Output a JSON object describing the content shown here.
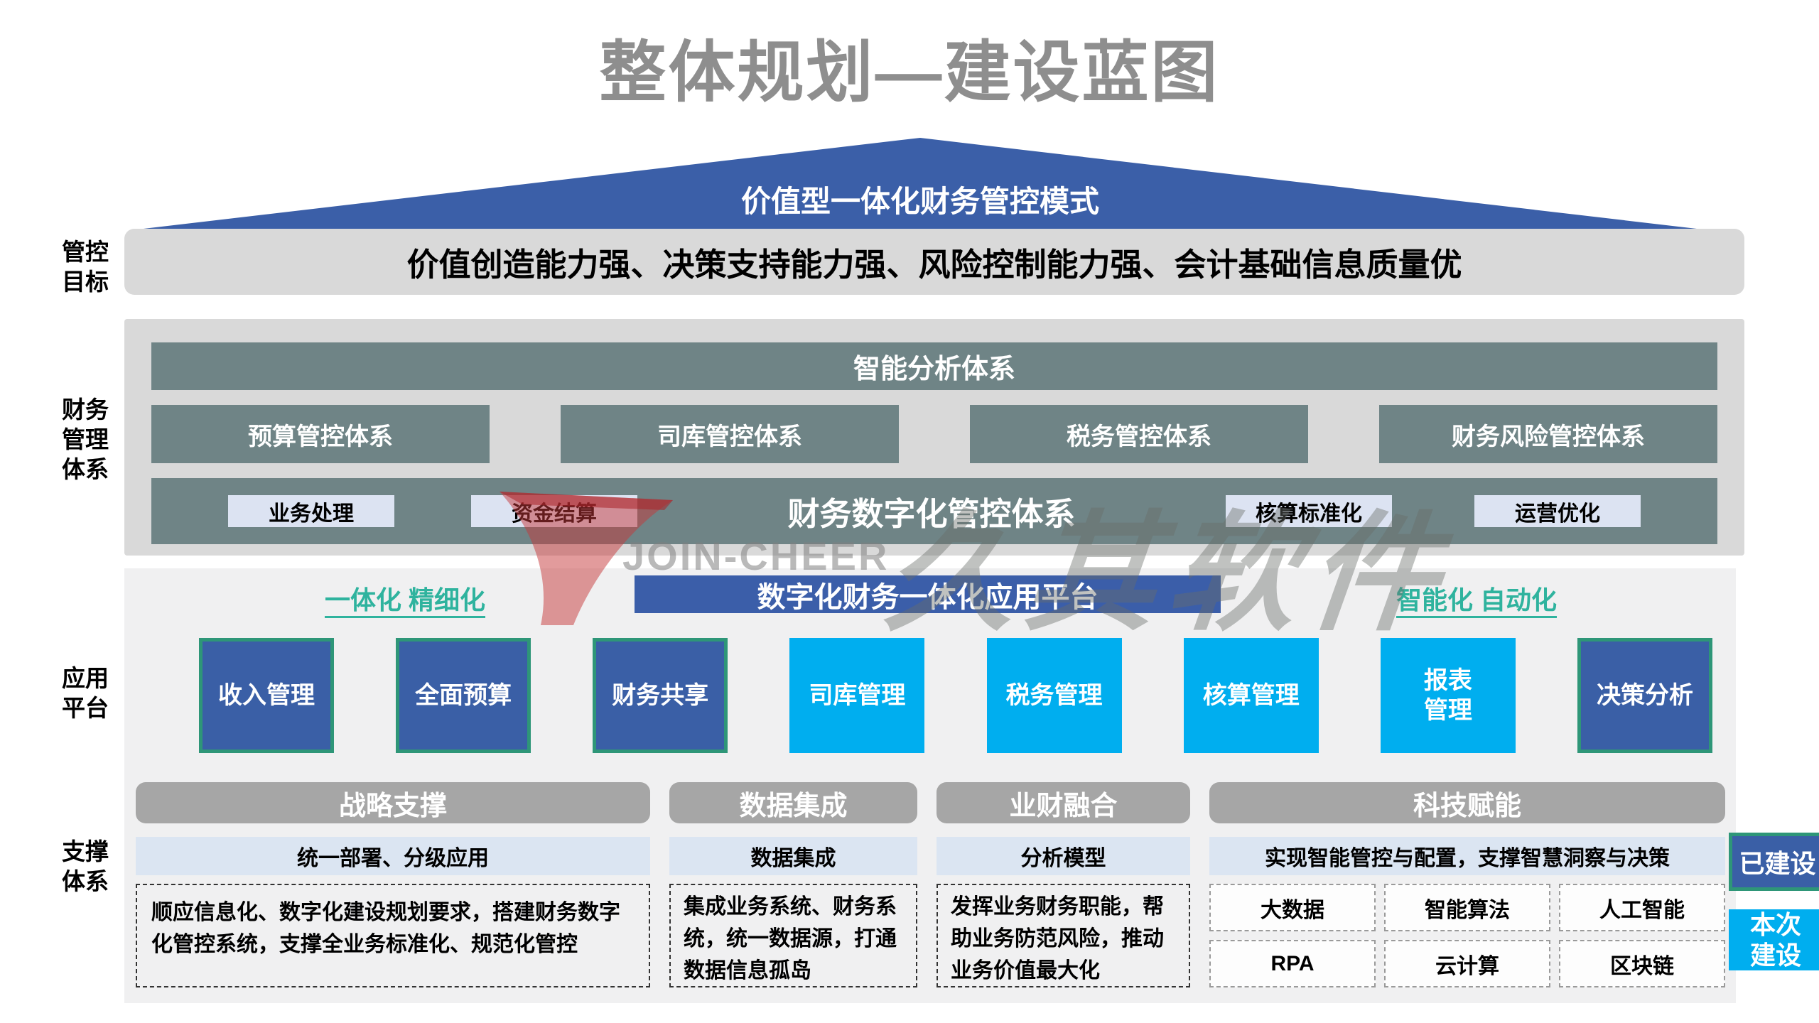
{
  "title": "整体规划—建设蓝图",
  "roof": {
    "label": "价值型一体化财务管控模式"
  },
  "side_labels": {
    "goal": "管控\n目标",
    "finance": "财务\n管理\n体系",
    "apps": "应用\n平台",
    "support": "支撑\n体系"
  },
  "goal": {
    "text": "价值创造能力强、决策支持能力强、风险控制能力强、会计基础信息质量优"
  },
  "finance": {
    "analysis": "智能分析体系",
    "systems": [
      {
        "label": "预算管控体系"
      },
      {
        "label": "司库管控体系"
      },
      {
        "label": "税务管控体系"
      },
      {
        "label": "财务风险管控体系"
      }
    ],
    "digital": {
      "title": "财务数字化管控体系",
      "chips_left": [
        {
          "label": "业务处理"
        },
        {
          "label": "资金结算"
        }
      ],
      "chips_right": [
        {
          "label": "核算标准化"
        },
        {
          "label": "运营优化"
        }
      ]
    }
  },
  "platform": {
    "left_tag": "一体化 精细化",
    "title": "数字化财务一体化应用平台",
    "right_tag": "智能化 自动化",
    "apps": [
      {
        "label": "收入管理",
        "status": "built"
      },
      {
        "label": "全面预算",
        "status": "built"
      },
      {
        "label": "财务共享",
        "status": "built"
      },
      {
        "label": "司库管理",
        "status": "current"
      },
      {
        "label": "税务管理",
        "status": "current"
      },
      {
        "label": "核算管理",
        "status": "current"
      },
      {
        "label": "报表\n管理",
        "status": "current"
      },
      {
        "label": "决策分析",
        "status": "built"
      }
    ]
  },
  "support": {
    "columns": [
      {
        "header": "战略支撑",
        "subtitle": "统一部署、分级应用",
        "body": "顺应信息化、数字化建设规划要求，搭建财务数字化管控系统，支撑全业务标准化、规范化管控"
      },
      {
        "header": "数据集成",
        "subtitle": "数据集成",
        "body": "集成业务系统、财务系统，统一数据源，打通数据信息孤岛"
      },
      {
        "header": "业财融合",
        "subtitle": "分析模型",
        "body": "发挥业务财务职能，帮助业务防范风险，推动业务价值最大化"
      },
      {
        "header": "科技赋能",
        "subtitle": "实现智能管控与配置，支撑智慧洞察与决策",
        "cells": [
          "大数据",
          "智能算法",
          "人工智能",
          "RPA",
          "云计算",
          "区块链"
        ]
      }
    ]
  },
  "legend": {
    "built": "已建设",
    "current": "本次\n建设"
  },
  "watermark": {
    "brand_en": "JOIN-CHEER",
    "brand_cn": "久其软件"
  },
  "colors": {
    "roof_blue": "#3b5fa8",
    "panel_gray": "#d9d9d9",
    "light_panel_gray": "#f0f0f1",
    "slate_box": "#6f8486",
    "chip_lavender": "#dce3f2",
    "built_navy": "#3a5fa6",
    "built_border_teal": "#2e9678",
    "current_cyan": "#00aeef",
    "tag_green": "#2fb39e",
    "support_header_gray": "#a6a6a6",
    "support_sub_blue": "#dbe5f2",
    "title_gray": "#8e8e8e",
    "watermark_red": "#c6373a"
  }
}
